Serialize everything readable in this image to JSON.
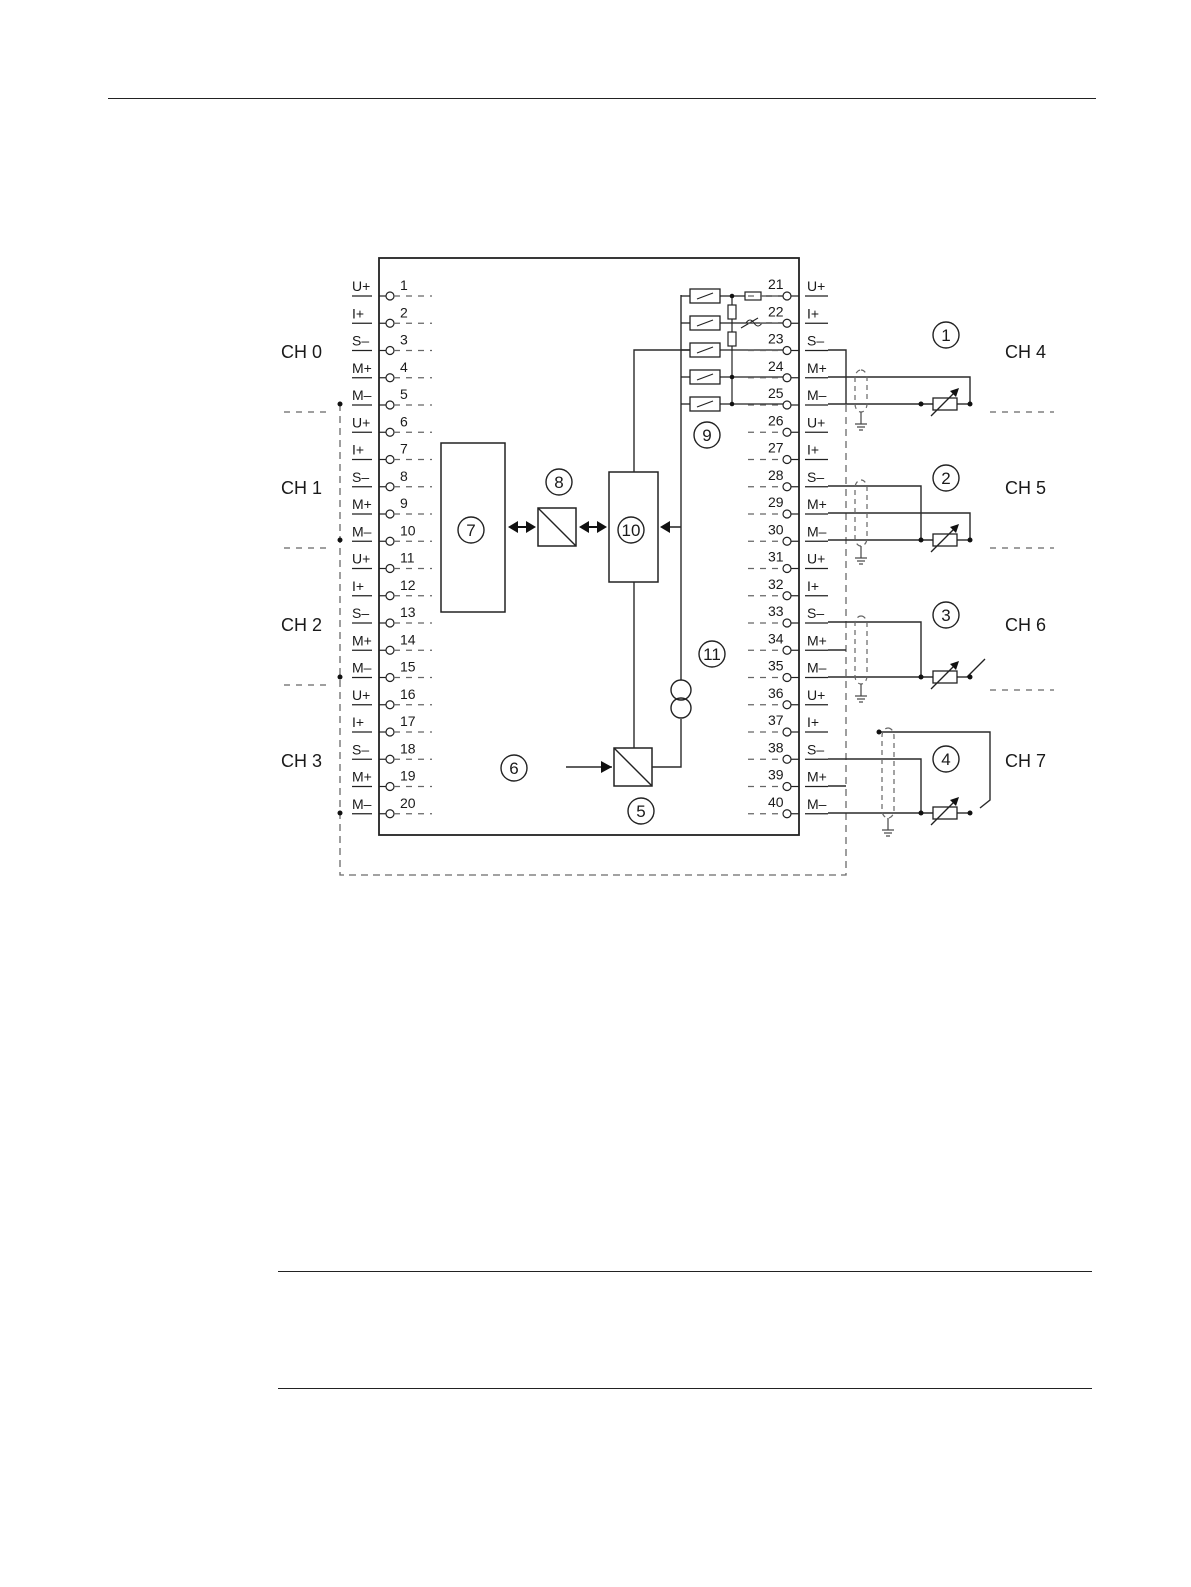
{
  "diagram": {
    "left_pins": [
      {
        "label": "U+",
        "num": "1"
      },
      {
        "label": "I+",
        "num": "2"
      },
      {
        "label": "S–",
        "num": "3"
      },
      {
        "label": "M+",
        "num": "4"
      },
      {
        "label": "M–",
        "num": "5"
      },
      {
        "label": "U+",
        "num": "6"
      },
      {
        "label": "I+",
        "num": "7"
      },
      {
        "label": "S–",
        "num": "8"
      },
      {
        "label": "M+",
        "num": "9"
      },
      {
        "label": "M–",
        "num": "10"
      },
      {
        "label": "U+",
        "num": "11"
      },
      {
        "label": "I+",
        "num": "12"
      },
      {
        "label": "S–",
        "num": "13"
      },
      {
        "label": "M+",
        "num": "14"
      },
      {
        "label": "M–",
        "num": "15"
      },
      {
        "label": "U+",
        "num": "16"
      },
      {
        "label": "I+",
        "num": "17"
      },
      {
        "label": "S–",
        "num": "18"
      },
      {
        "label": "M+",
        "num": "19"
      },
      {
        "label": "M–",
        "num": "20"
      }
    ],
    "right_pins": [
      {
        "label": "U+",
        "num": "21"
      },
      {
        "label": "I+",
        "num": "22"
      },
      {
        "label": "S–",
        "num": "23"
      },
      {
        "label": "M+",
        "num": "24"
      },
      {
        "label": "M–",
        "num": "25"
      },
      {
        "label": "U+",
        "num": "26"
      },
      {
        "label": "I+",
        "num": "27"
      },
      {
        "label": "S–",
        "num": "28"
      },
      {
        "label": "M+",
        "num": "29"
      },
      {
        "label": "M–",
        "num": "30"
      },
      {
        "label": "U+",
        "num": "31"
      },
      {
        "label": "I+",
        "num": "32"
      },
      {
        "label": "S–",
        "num": "33"
      },
      {
        "label": "M+",
        "num": "34"
      },
      {
        "label": "M–",
        "num": "35"
      },
      {
        "label": "U+",
        "num": "36"
      },
      {
        "label": "I+",
        "num": "37"
      },
      {
        "label": "S–",
        "num": "38"
      },
      {
        "label": "M+",
        "num": "39"
      },
      {
        "label": "M–",
        "num": "40"
      }
    ],
    "left_channels": [
      "CH 0",
      "CH 1",
      "CH 2",
      "CH 3"
    ],
    "right_channels": [
      "CH 4",
      "CH 5",
      "CH 6",
      "CH 7"
    ],
    "callouts": [
      "1",
      "2",
      "3",
      "4",
      "5",
      "6",
      "7",
      "8",
      "9",
      "10",
      "11"
    ]
  }
}
